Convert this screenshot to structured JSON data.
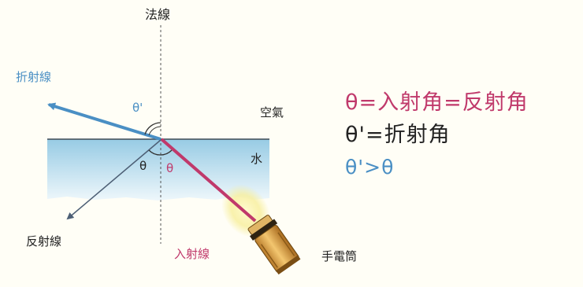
{
  "labels": {
    "normal": "法線",
    "refracted": "折射線",
    "reflected": "反射線",
    "incident": "入射線",
    "flashlight": "手電筒",
    "air": "空氣",
    "water": "水",
    "theta": "θ",
    "theta_prime": "θ'"
  },
  "legend": {
    "line1": "θ=入射角=反射角",
    "line2": "θ'=折射角",
    "line3": "θ'>θ"
  },
  "colors": {
    "incident": "#c0396b",
    "refracted": "#4a8fc4",
    "reflected": "#4d5f75",
    "water_top": "#9ecfe6",
    "water_bottom": "#eaf5fa",
    "legend_black": "#222222"
  }
}
